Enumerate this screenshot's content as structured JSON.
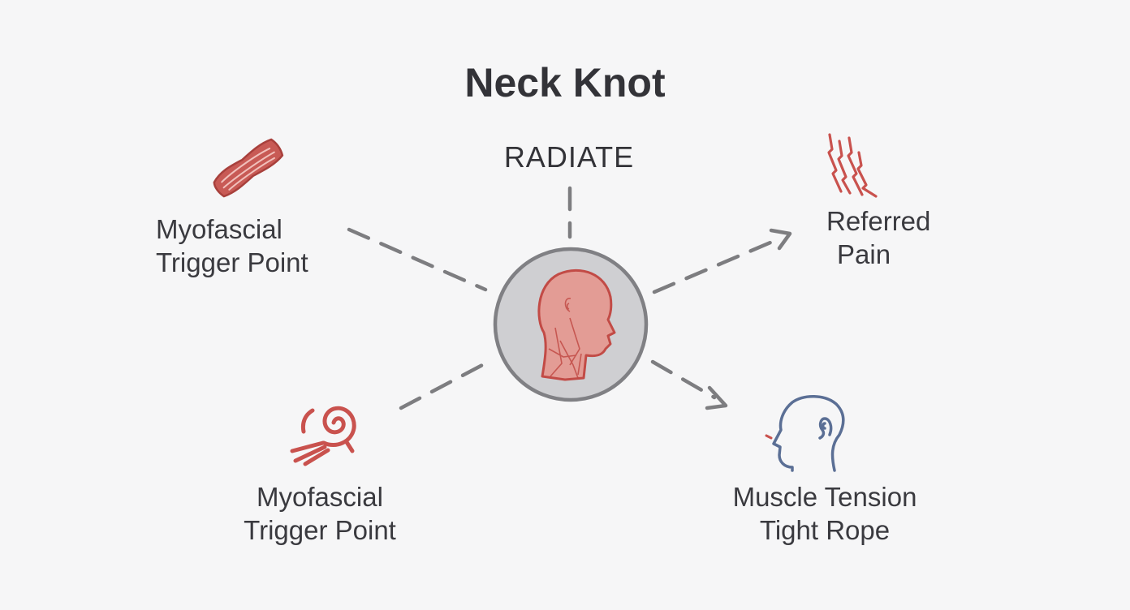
{
  "title": "Neck Knot",
  "center": {
    "label": "RADIATE",
    "icon": "head-neck-anatomy-icon"
  },
  "nodes": {
    "top_left": {
      "line1": "Myofascial",
      "line2": "Trigger Point",
      "icon": "muscle-fiber-icon"
    },
    "top_right": {
      "line1": "Referred",
      "line2": "Pain",
      "icon": "pain-lines-icon"
    },
    "bottom_left": {
      "line1": "Myofascial",
      "line2": "Trigger Point",
      "icon": "spiral-knot-icon"
    },
    "bottom_right": {
      "line1": "Muscle Tension",
      "line2": "Tight Rope",
      "icon": "head-profile-icon"
    }
  },
  "colors": {
    "background": "#f6f6f7",
    "text": "#3a3a3f",
    "connector": "#7d7d80",
    "accent_red": "#c9524e",
    "accent_blue": "#5b6f95",
    "center_fill": "#cfcfd2"
  }
}
